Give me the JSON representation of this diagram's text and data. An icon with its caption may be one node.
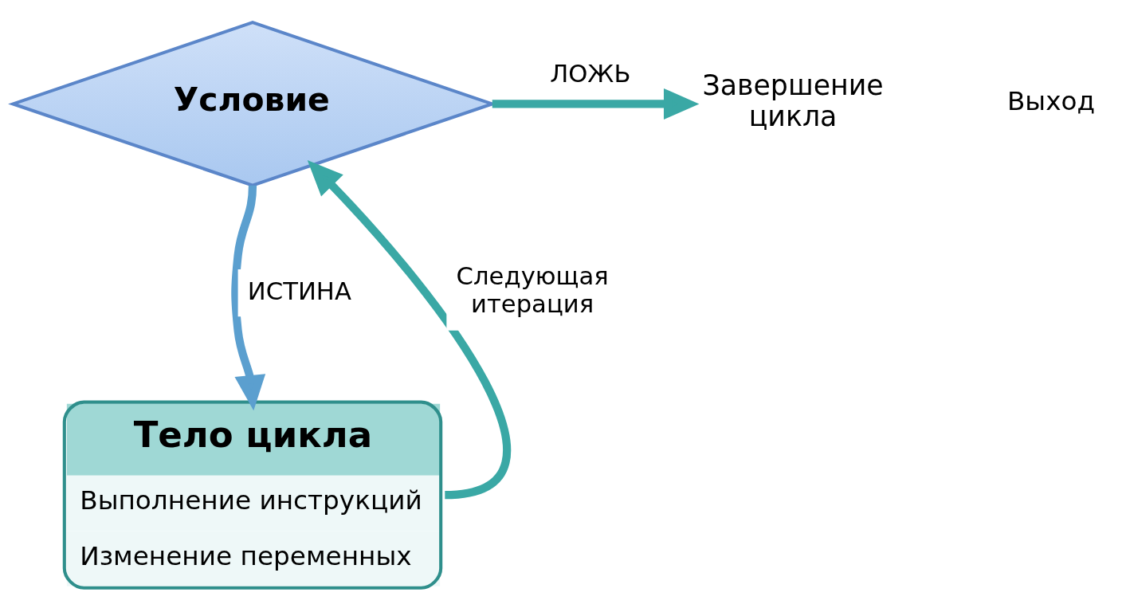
{
  "diagram": {
    "nodes": [
      {
        "text": [
          "Условие"
        ]
      },
      {
        "text": [
          "Тело цикла",
          "Выполнение инструкций",
          "Изменение переменных"
        ]
      },
      {
        "text": [
          "Завершение цикла"
        ]
      }
    ],
    "edges": [
      {
        "from": 0,
        "to": 1,
        "arrow": "to",
        "label": "ИСТИНА",
        "color": "#5b9fcf"
      },
      {
        "from": 1,
        "to": 0,
        "arrow": "to",
        "label": "Следующая итерация"
      },
      {
        "from": 0,
        "to": 2,
        "arrow": "to",
        "label": "ЛОЖЬ"
      }
    ],
    "labels": [
      "Выход"
    ]
  }
}
